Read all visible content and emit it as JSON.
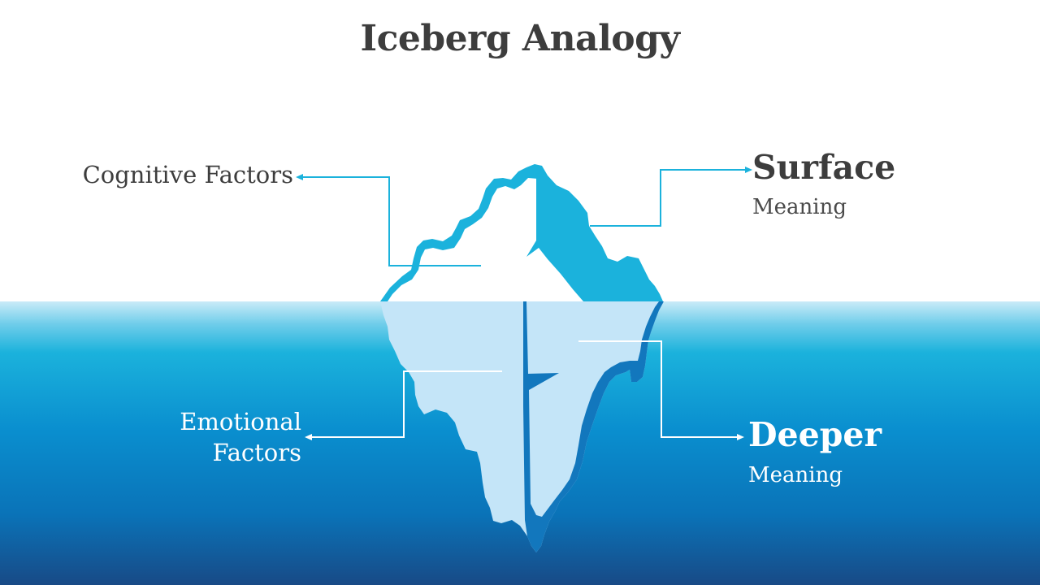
{
  "title": "Iceberg Analogy",
  "labels": {
    "cognitive": "Cognitive Factors",
    "emotional": "Emotional Factors",
    "surface_heading": "Surface",
    "surface_sub": "Meaning",
    "deeper_heading": "Deeper",
    "deeper_sub": "Meaning"
  },
  "colors": {
    "title_text": "#3d3d3d",
    "iceberg_top": "#1bb2dc",
    "iceberg_submerged": "#c4e5f8",
    "connector_top": "#1bb2dc",
    "connector_bottom": "#ffffff",
    "water_top": "#c9ebf8",
    "water_mid": "#0a8fcf",
    "water_bottom": "#184a86"
  }
}
